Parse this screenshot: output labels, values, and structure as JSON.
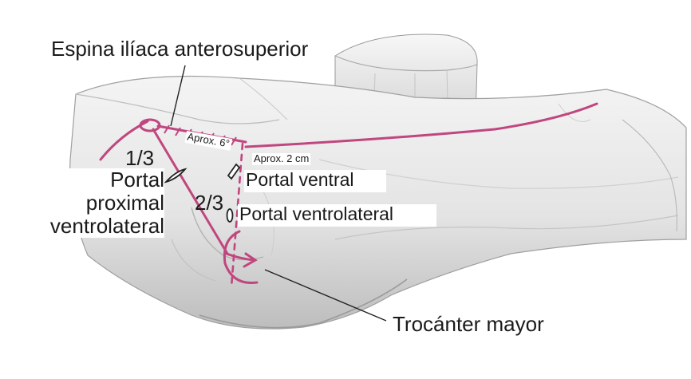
{
  "labels": {
    "asis": "Espina ilíaca anterosuperior",
    "one_third": "1/3",
    "proximal_line1": "Portal",
    "proximal_line2": "proximal",
    "proximal_line3": "ventrolateral",
    "two_thirds": "2/3",
    "ventral": "Portal ventral",
    "ventrolateral": "Portal ventrolateral",
    "trochanter": "Trocánter mayor",
    "angle": "Aprox. 6°",
    "distance": "Aprox. 2 cm"
  },
  "colors": {
    "line": "#c0467f",
    "skin_light": "#f2f2f2",
    "skin_mid": "#d9d9d9",
    "skin_dark": "#a9a9a9",
    "text": "#1a1a1a",
    "leader": "#222222"
  }
}
